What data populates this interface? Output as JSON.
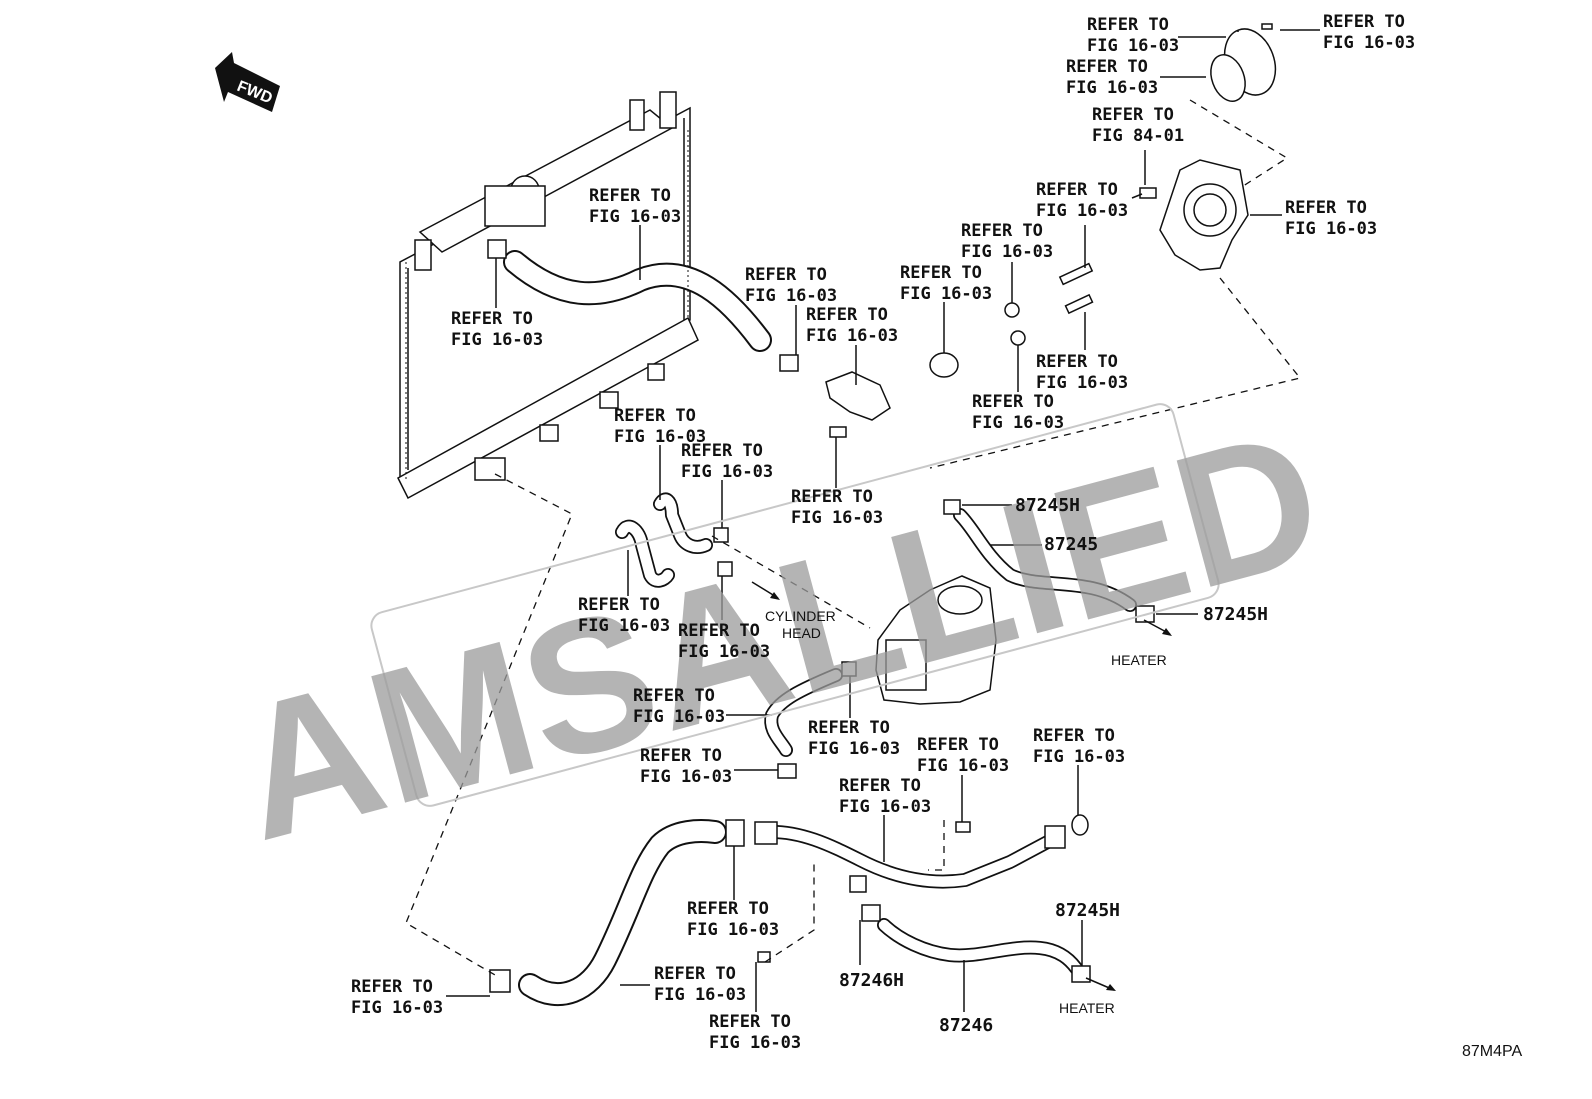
{
  "diagram_code": "87M4PA",
  "watermark": "AMSALLIED",
  "fwd_label": "FWD",
  "refer": {
    "r1": [
      "REFER TO",
      "FIG 16-03"
    ],
    "r2": [
      "REFER TO",
      "FIG 16-03"
    ],
    "r3": [
      "REFER TO",
      "FIG 16-03"
    ],
    "r4": [
      "REFER TO",
      "FIG 84-01"
    ],
    "r5": [
      "REFER TO",
      "FIG 16-03"
    ],
    "r6": [
      "REFER TO",
      "FIG 16-03"
    ],
    "r7": [
      "REFER TO",
      "FIG 16-03"
    ],
    "r8": [
      "REFER TO",
      "FIG 16-03"
    ],
    "r9": [
      "REFER TO",
      "FIG 16-03"
    ],
    "r10": [
      "REFER TO",
      "FIG 16-03"
    ],
    "r11": [
      "REFER TO",
      "FIG 16-03"
    ],
    "r12": [
      "REFER TO",
      "FIG 16-03"
    ],
    "r13": [
      "REFER TO",
      "FIG 16-03"
    ],
    "r14": [
      "REFER TO",
      "FIG 16-03"
    ],
    "r15": [
      "REFER TO",
      "FIG 16-03"
    ],
    "r16": [
      "REFER TO",
      "FIG 16-03"
    ],
    "r17": [
      "REFER TO",
      "FIG 16-03"
    ],
    "r18": [
      "REFER TO",
      "FIG 16-03"
    ],
    "r19": [
      "REFER TO",
      "FIG 16-03"
    ],
    "r20": [
      "REFER TO",
      "FIG 16-03"
    ],
    "r21": [
      "REFER TO",
      "FIG 16-03"
    ],
    "r22": [
      "REFER TO",
      "FIG 16-03"
    ],
    "r23": [
      "REFER TO",
      "FIG 16-03"
    ],
    "r24": [
      "REFER TO",
      "FIG 16-03"
    ],
    "r25": [
      "REFER TO",
      "FIG 16-03"
    ],
    "r26": [
      "REFER TO",
      "FIG 16-03"
    ],
    "r27": [
      "REFER TO",
      "FIG 16-03"
    ],
    "r28": [
      "REFER TO",
      "FIG 16-03"
    ]
  },
  "parts": {
    "p87245H_a": "87245H",
    "p87245": "87245",
    "p87245H_b": "87245H",
    "p87245H_c": "87245H",
    "p87246H": "87246H",
    "p87246": "87246"
  },
  "destinations": {
    "heater_a": "HEATER",
    "heater_b": "HEATER",
    "cylinder_head": [
      "CYLINDER",
      "HEAD"
    ]
  }
}
